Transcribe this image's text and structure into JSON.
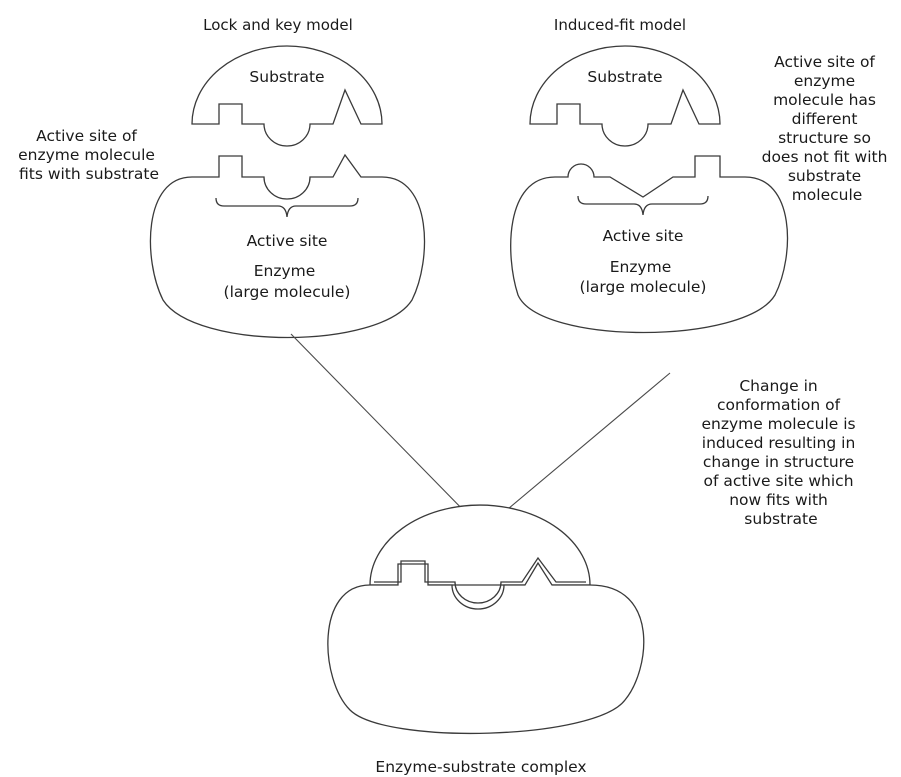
{
  "lock_and_key": {
    "title": "Lock and key model",
    "substrate_label": "Substrate",
    "note": [
      "Active site of",
      "enzyme molecule",
      "fits with substrate"
    ],
    "active_site_label": "Active site",
    "enzyme_label": [
      "Enzyme",
      "(large molecule)"
    ]
  },
  "induced_fit": {
    "title": "Induced-fit model",
    "substrate_label": "Substrate",
    "note": [
      "Active site of",
      "enzyme",
      "molecule has",
      "different",
      "structure so",
      "does not fit with",
      "substrate",
      "molecule"
    ],
    "active_site_label": "Active site",
    "enzyme_label": [
      "Enzyme",
      "(large molecule)"
    ],
    "change_note": [
      "Change in",
      "conformation of",
      "enzyme molecule is",
      "induced resulting in",
      "change in structure",
      "of active site which",
      "now fits with",
      "substrate"
    ]
  },
  "complex": {
    "label": "Enzyme-substrate complex"
  }
}
